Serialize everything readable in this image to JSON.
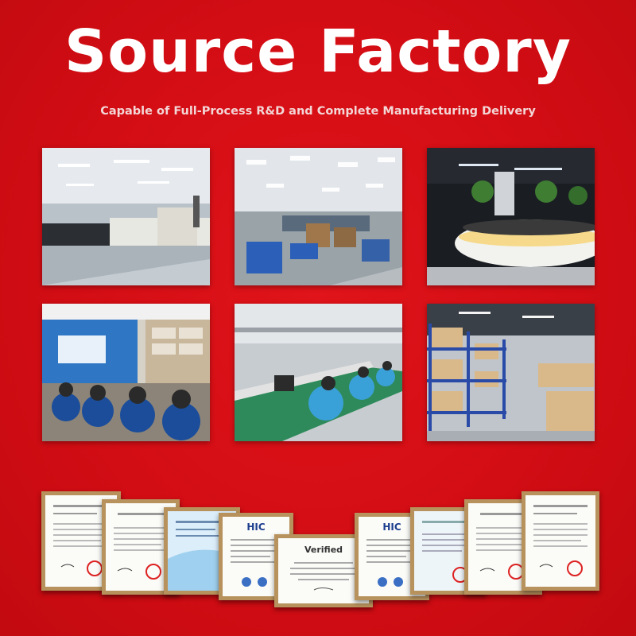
{
  "header": {
    "title": "Source Factory",
    "subtitle": "Capable of Full-Process R&D and Complete Manufacturing Delivery"
  },
  "photos": [
    {
      "name": "smt-production-line-photo"
    },
    {
      "name": "warehouse-workshop-photo"
    },
    {
      "name": "showroom-reception-photo"
    },
    {
      "name": "training-meeting-room-photo"
    },
    {
      "name": "assembly-line-workers-photo"
    },
    {
      "name": "storage-shelves-photo"
    }
  ],
  "certificates": {
    "hic_logo_left": "HIC",
    "hic_logo_right": "HIC",
    "verified_label": "Verified"
  },
  "colors": {
    "background": "#d30d14",
    "title": "#ffffff",
    "frame": "#b8925c"
  }
}
